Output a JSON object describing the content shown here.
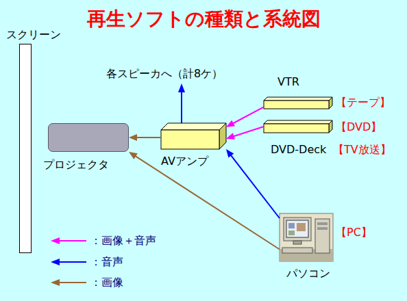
{
  "diagram": {
    "title": "再生ソフトの種類と系統図",
    "nodes": [
      {
        "text": [
          "スクリーン"
        ]
      },
      {
        "text": [
          "VTR"
        ]
      },
      {
        "text": [
          "プロジェクタ"
        ]
      },
      {
        "text": [
          "AVアンプ"
        ]
      },
      {
        "text": [
          "DVD-Deck"
        ]
      },
      {
        "text": [
          "パソコン"
        ]
      }
    ],
    "edges": [
      {
        "from": 1,
        "to": 3,
        "arrow": "to"
      },
      {
        "from": 4,
        "to": 3,
        "arrow": "to"
      },
      {
        "from": 3,
        "to": 2,
        "arrow": "to"
      },
      {
        "from": 5,
        "to": 2,
        "arrow": "to"
      },
      {
        "from": 5,
        "to": 3,
        "arrow": "to"
      }
    ],
    "labels": [
      "各スピーカへ（計8ケ）",
      "【テープ】",
      "【DVD】",
      "【TV放送】",
      "【PC】"
    ],
    "legend": [
      {
        "text": "：画像＋音声"
      },
      {
        "text": "：音声"
      },
      {
        "text": "：画像"
      }
    ]
  }
}
